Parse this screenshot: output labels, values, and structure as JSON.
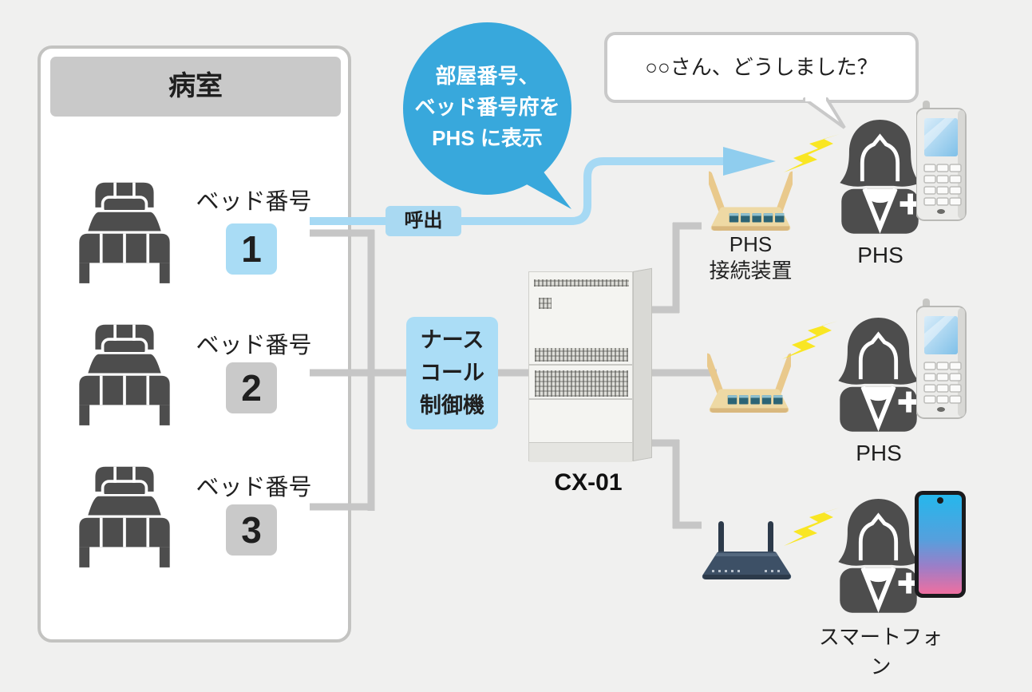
{
  "colors": {
    "background": "#f0f0ef",
    "accent_blue": "#38a8dc",
    "light_blue": "#a9d9f2",
    "panel_gray": "#c9c9c9",
    "line_gray": "#c6c6c6",
    "icon_dark": "#4d4d4d",
    "lightning_yellow": "#f9e623"
  },
  "room": {
    "title": "病室",
    "beds": [
      {
        "label": "ベッド番号",
        "number": "1",
        "highlighted": true
      },
      {
        "label": "ベッド番号",
        "number": "2",
        "highlighted": false
      },
      {
        "label": "ベッド番号",
        "number": "3",
        "highlighted": false
      }
    ]
  },
  "call_badge": {
    "label": "呼出"
  },
  "bubble_blue": {
    "lines": [
      "部屋番号、",
      "ベッド番号府を",
      "PHS に表示"
    ]
  },
  "bubble_white": {
    "text": "○○さん、どうしました？"
  },
  "controller": {
    "label_lines": [
      "ナース",
      "コール",
      "制御機"
    ],
    "model": "CX-01"
  },
  "phs_connector": {
    "label_lines": [
      "PHS",
      "接続装置"
    ]
  },
  "receivers": [
    {
      "label": "PHS"
    },
    {
      "label": "PHS"
    },
    {
      "label": "スマートフォン"
    }
  ]
}
